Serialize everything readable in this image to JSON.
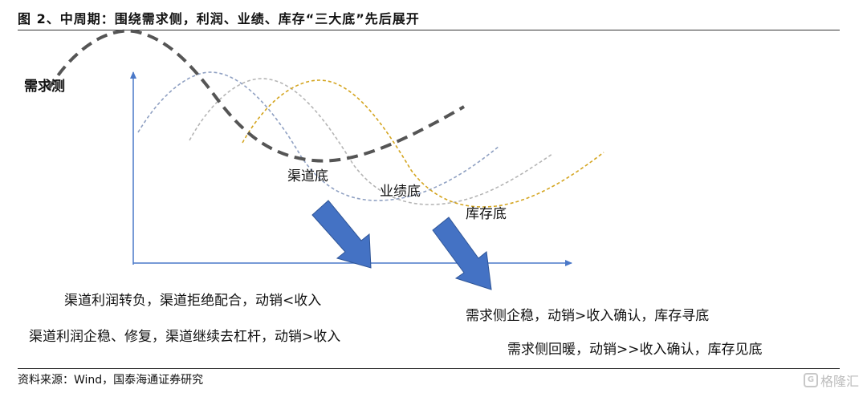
{
  "title": "图 2、中周期：围绕需求侧，利润、业绩、库存“三大底”先后展开",
  "curves": {
    "demand_label": "需求测",
    "channel_bottom": "渠道底",
    "performance_bottom": "业绩底",
    "inventory_bottom": "库存底"
  },
  "annotations": {
    "left_1": "渠道利润转负，渠道拒绝配合，动销<收入",
    "left_2": "渠道利润企稳、修复，渠道继续去杠杆，动销>收入",
    "right_1": "需求侧企稳，动销>收入确认，库存寻底",
    "right_2": "需求侧回暖，动销>>收入确认，库存见底"
  },
  "colors": {
    "demand_curve": "#555555",
    "channel_curve": "#8fa0c2",
    "performance_curve": "#b5b5b5",
    "inventory_curve": "#d4a520",
    "axis": "#4a78c8",
    "arrow": "#4472c4"
  },
  "source": "资料来源：Wind，国泰海通证券研究",
  "watermark": "格隆汇"
}
